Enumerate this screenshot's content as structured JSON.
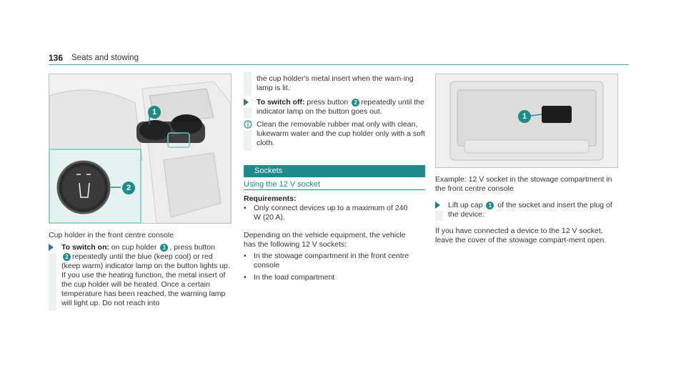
{
  "header": {
    "page_number": "136",
    "section": "Seats and stowing"
  },
  "left": {
    "caption": "Cup holder in the front centre console",
    "callouts": [
      "1",
      "2"
    ],
    "step": {
      "label": "To switch on:",
      "text_1": " on cup holder ",
      "text_2": ", press button",
      "text_3": "repeatedly until the blue (keep cool) or red (keep warm) indicator lamp on the button lights up.",
      "text_4": "If you use the heating function, the metal insert of the cup holder will be heated. Once a certain temperature has been reached, the warning lamp will light up. Do not reach into"
    }
  },
  "middle": {
    "continued": "the cup holder's metal insert when the warn-ing lamp is lit.",
    "step": {
      "label": "To switch off:",
      "text_1": " press button ",
      "text_2": "repeatedly until the indicator lamp on the button goes out."
    },
    "note": "Clean the removable rubber mat only with clean, lukewarm water and the cup holder only with a soft cloth.",
    "section_title": "Sockets",
    "subsection_title": "Using the 12 V socket",
    "requirements_label": "Requirements:",
    "requirement": "Only connect devices up to a maximum of 240 W (20 A).",
    "intro": "Depending on the vehicle equipment, the vehicle has the following 12 V sockets:",
    "bullets": [
      "In the stowage compartment in the front centre console",
      "In the load compartment"
    ]
  },
  "right": {
    "caption": "Example: 12 V socket in the stowage compartment in the front centre console",
    "step": {
      "text_1": "Lift up cap ",
      "text_2": " of the socket and insert the plug of the device."
    },
    "paragraph": "If you have connected a device to the 12 V socket, leave the cover of the stowage compart-ment open."
  },
  "colors": {
    "accent": "#1e8a8a",
    "rule": "#5aa5a5"
  }
}
